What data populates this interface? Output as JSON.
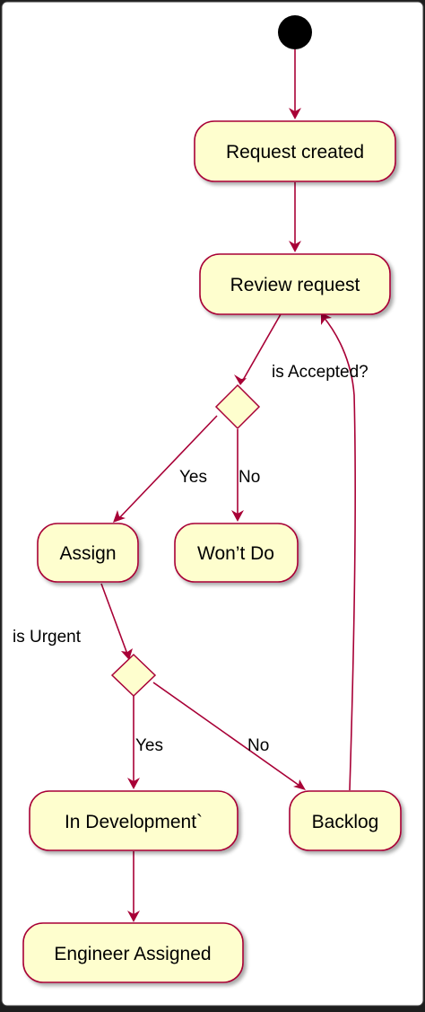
{
  "diagram": {
    "nodes": {
      "request_created": "Request created",
      "review_request": "Review request",
      "assign": "Assign",
      "wont_do": "Won’t Do",
      "in_development": "In Development`",
      "backlog": "Backlog",
      "engineer_assigned": "Engineer Assigned"
    },
    "decisions": {
      "is_accepted": "is Accepted?",
      "is_urgent": "is Urgent"
    },
    "edge_labels": {
      "accepted_yes": "Yes",
      "accepted_no": "No",
      "urgent_yes": "Yes",
      "urgent_no": "No"
    },
    "colors": {
      "node_fill": "#FEFECE",
      "node_border": "#A80036",
      "arrow": "#A80036",
      "start": "#000000",
      "background": "#FFFFFF"
    }
  }
}
